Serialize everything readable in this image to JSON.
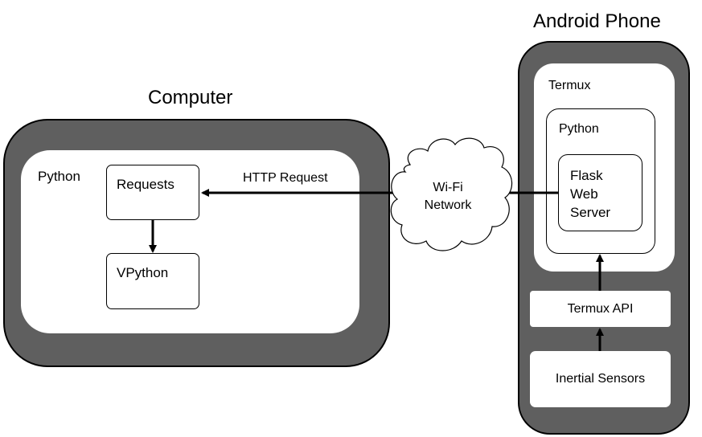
{
  "computer": {
    "title": "Computer",
    "env": "Python",
    "modules": {
      "requests": "Requests",
      "vpython": "VPython"
    }
  },
  "link": {
    "label": "HTTP Request",
    "network_line1": "Wi-Fi",
    "network_line2": "Network"
  },
  "phone": {
    "title": "Android Phone",
    "termux": "Termux",
    "python": "Python",
    "flask_line1": "Flask",
    "flask_line2": "Web",
    "flask_line3": "Server",
    "termux_api": "Termux API",
    "sensors": "Inertial Sensors"
  }
}
